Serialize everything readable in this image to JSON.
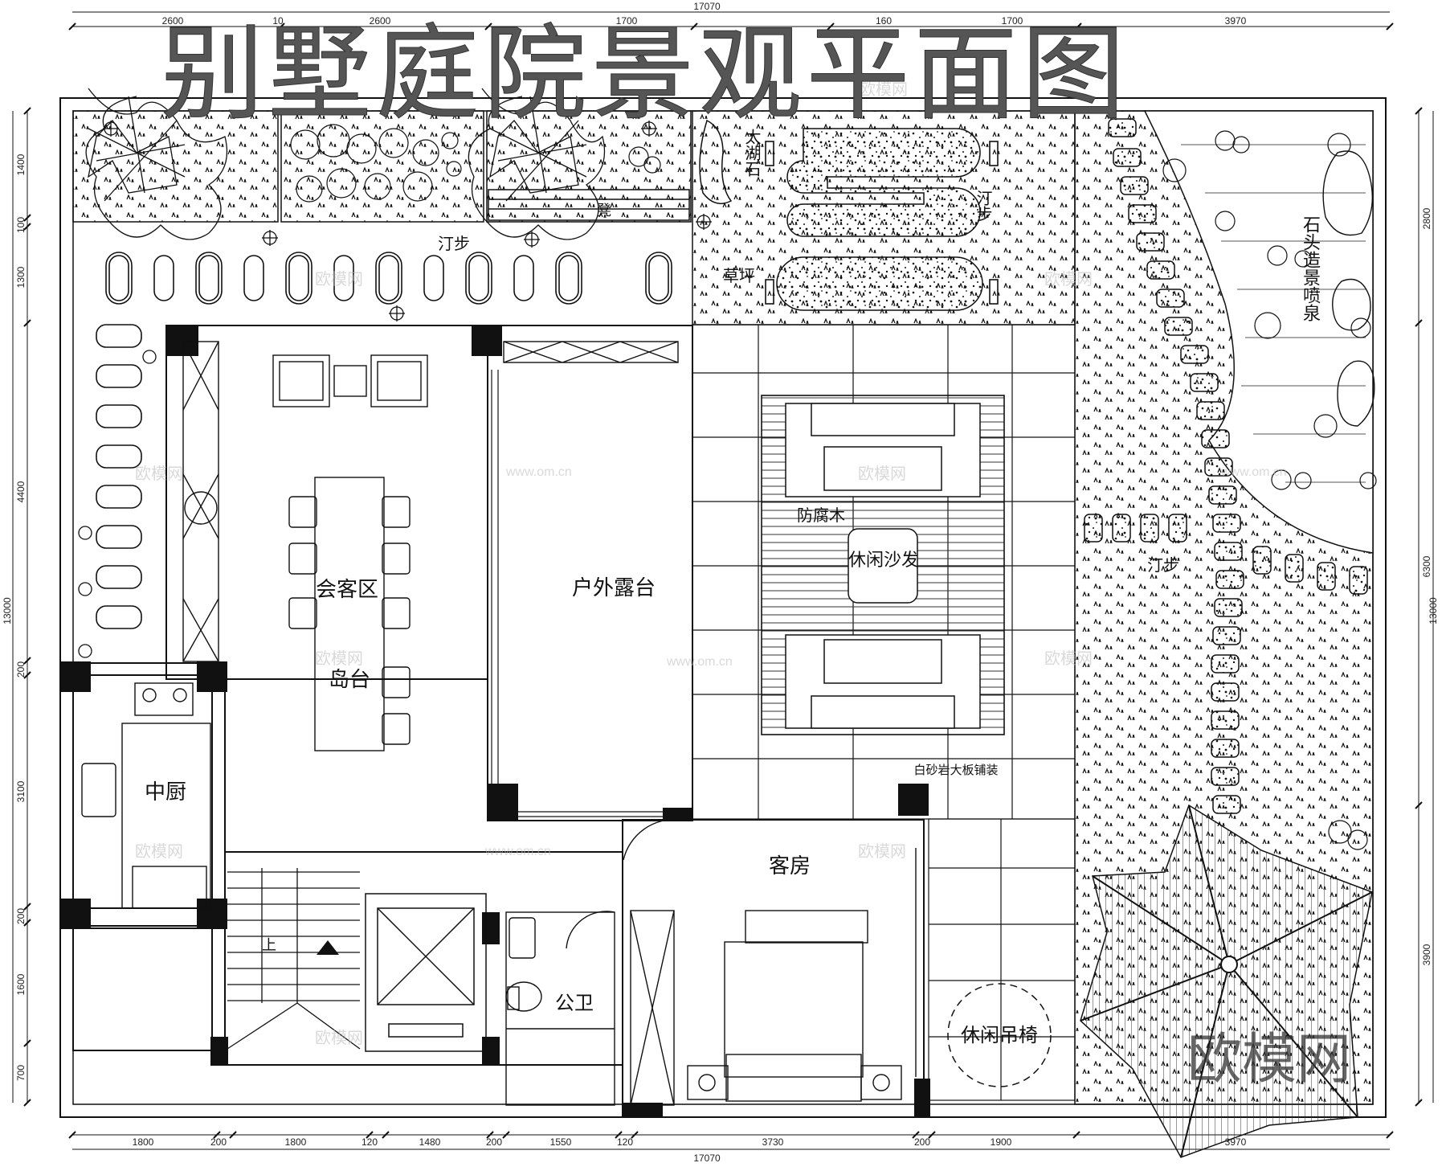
{
  "title": "别墅庭院景观平面图",
  "rooms": {
    "reception": "会客区",
    "island": "岛台",
    "terrace": "户外露台",
    "kitchen": "中厨",
    "guest_room": "客房",
    "public_wc": "公卫",
    "stair_up": "上"
  },
  "garden": {
    "stepping_top": "汀步",
    "stepping_mid": "汀步",
    "stepping_right": "汀步",
    "taihu_stone": "太湖石",
    "lawn": "草坪",
    "stool": "凳",
    "stone_fountain": "石头造景喷泉",
    "deck": "防腐木",
    "sofa": "休闲沙发",
    "granite": "白砂岩大板铺装",
    "swing_chair": "休闲吊椅"
  },
  "dimensions": {
    "top_total": "17070",
    "top": [
      "2600",
      "10",
      "2600",
      "1700",
      "160",
      "1700",
      "3970"
    ],
    "bottom_total": "17070",
    "bottom": [
      "1800",
      "200",
      "1800",
      "120",
      "1480",
      "200",
      "1550",
      "120",
      "3730",
      "200",
      "1900",
      "3970"
    ],
    "left_total": "13000",
    "left": [
      "1400",
      "100",
      "1300",
      "4400",
      "200",
      "3100",
      "200",
      "1600",
      "700"
    ],
    "right_total": "13000",
    "right": [
      "2800",
      "6300",
      "3900"
    ]
  },
  "watermarks": [
    "欧模网",
    "www.om.cn"
  ],
  "logo_watermark": "欧模网",
  "colors": {
    "line": "#111111",
    "title": "#555555",
    "watermark": "#bbbbbb"
  }
}
